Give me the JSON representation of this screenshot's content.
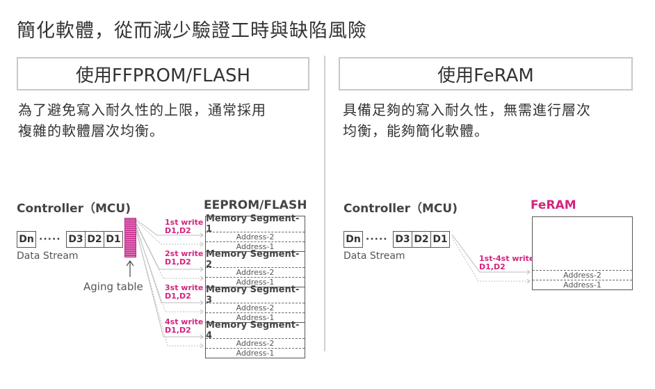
{
  "title": "簡化軟體，從而減少驗證工時與缺陷風險",
  "left": {
    "header": "使用FFPROM/FLASH",
    "description_lines": [
      "為了避免寫入耐久性的上限，通常採用",
      "複雜的軟體層次均衡。"
    ],
    "diagram": {
      "controller_title": "Controller（MCU)",
      "data_stream": {
        "cells": [
          "Dn",
          "D3",
          "D2",
          "D1"
        ],
        "ellipsis": "·····",
        "label": "Data Stream"
      },
      "aging_table_label": "Aging table",
      "memory_title": "EEPROM/FLASH",
      "writes": [
        {
          "label": "1st write",
          "data": "D1,D2"
        },
        {
          "label": "2st write",
          "data": "D1,D2"
        },
        {
          "label": "3st write",
          "data": "D1,D2"
        },
        {
          "label": "4st write",
          "data": "D1,D2"
        }
      ],
      "segments": [
        {
          "title": "Memory Segment-1",
          "addresses": [
            "Address-2",
            "Address-1"
          ]
        },
        {
          "title": "Memory Segment-2",
          "addresses": [
            "Address-2",
            "Address-1"
          ]
        },
        {
          "title": "Memory Segment-3",
          "addresses": [
            "Address-2",
            "Address-1"
          ]
        },
        {
          "title": "Memory Segment-4",
          "addresses": [
            "Address-2",
            "Address-1"
          ]
        }
      ]
    }
  },
  "right": {
    "header": "使用FeRAM",
    "description_lines": [
      "具備足夠的寫入耐久性，無需進行層次",
      "均衡，能夠簡化軟體。"
    ],
    "diagram": {
      "controller_title": "Controller（MCU)",
      "data_stream": {
        "cells": [
          "Dn",
          "D3",
          "D2",
          "D1"
        ],
        "ellipsis": "·····",
        "label": "Data Stream"
      },
      "memory_title": "FeRAM",
      "write": {
        "label": "1st-4st write",
        "data": "D1,D2"
      },
      "addresses": [
        "Address-2",
        "Address-1"
      ]
    }
  },
  "colors": {
    "accent": "#d4237f",
    "border": "#c8c8cc",
    "text": "#333333"
  }
}
